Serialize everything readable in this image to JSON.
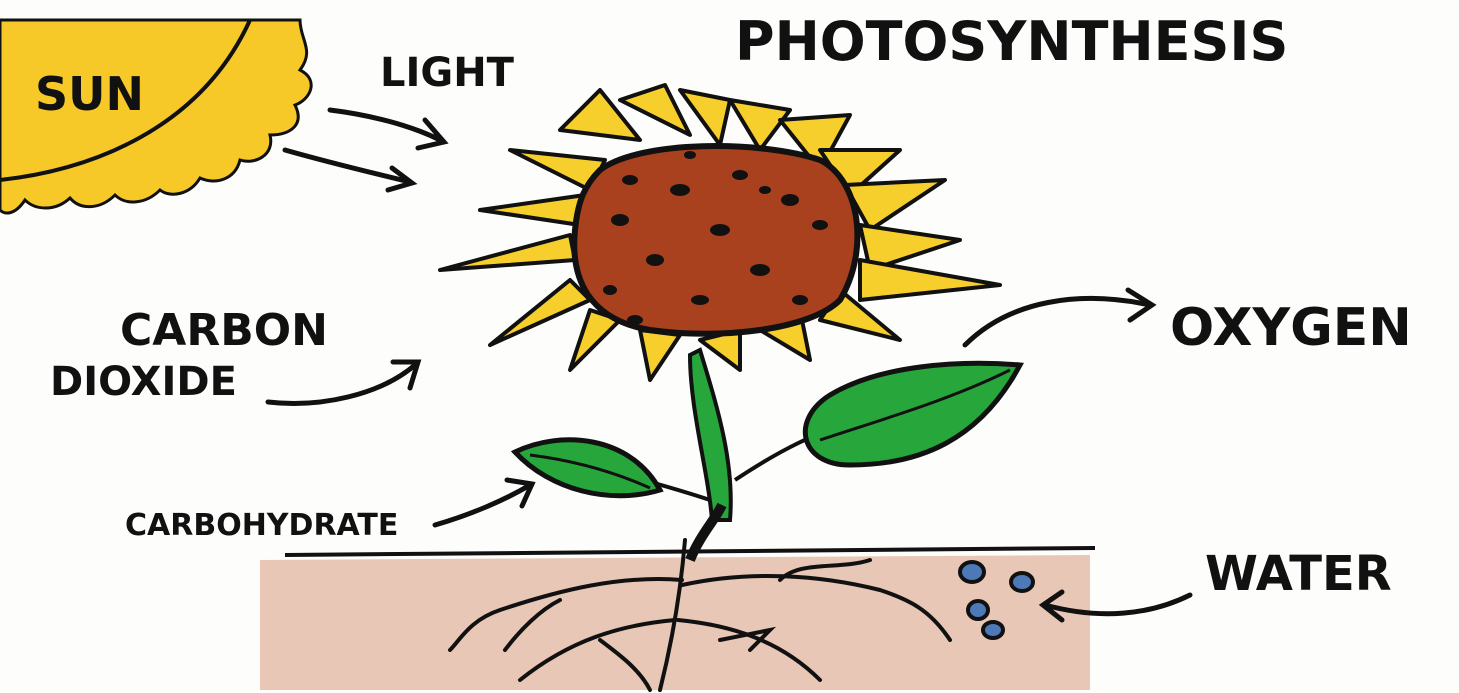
{
  "labels": {
    "title": "PHOTOSYNTHESIS",
    "sun": "SUN",
    "light": "LIGHT",
    "carbon": "CARBON",
    "dioxide": "DIOXIDE",
    "oxygen": "OXYGEN",
    "carbohydrate": "CARBOHYDRATE",
    "water": "WATER"
  },
  "colors": {
    "sun": "#f6c928",
    "petal": "#f7cf2c",
    "seed_head": "#a9411f",
    "leaf": "#27a63c",
    "soil": "#d79a7e",
    "ink": "#111111",
    "water_drop": "#4d79b8"
  }
}
